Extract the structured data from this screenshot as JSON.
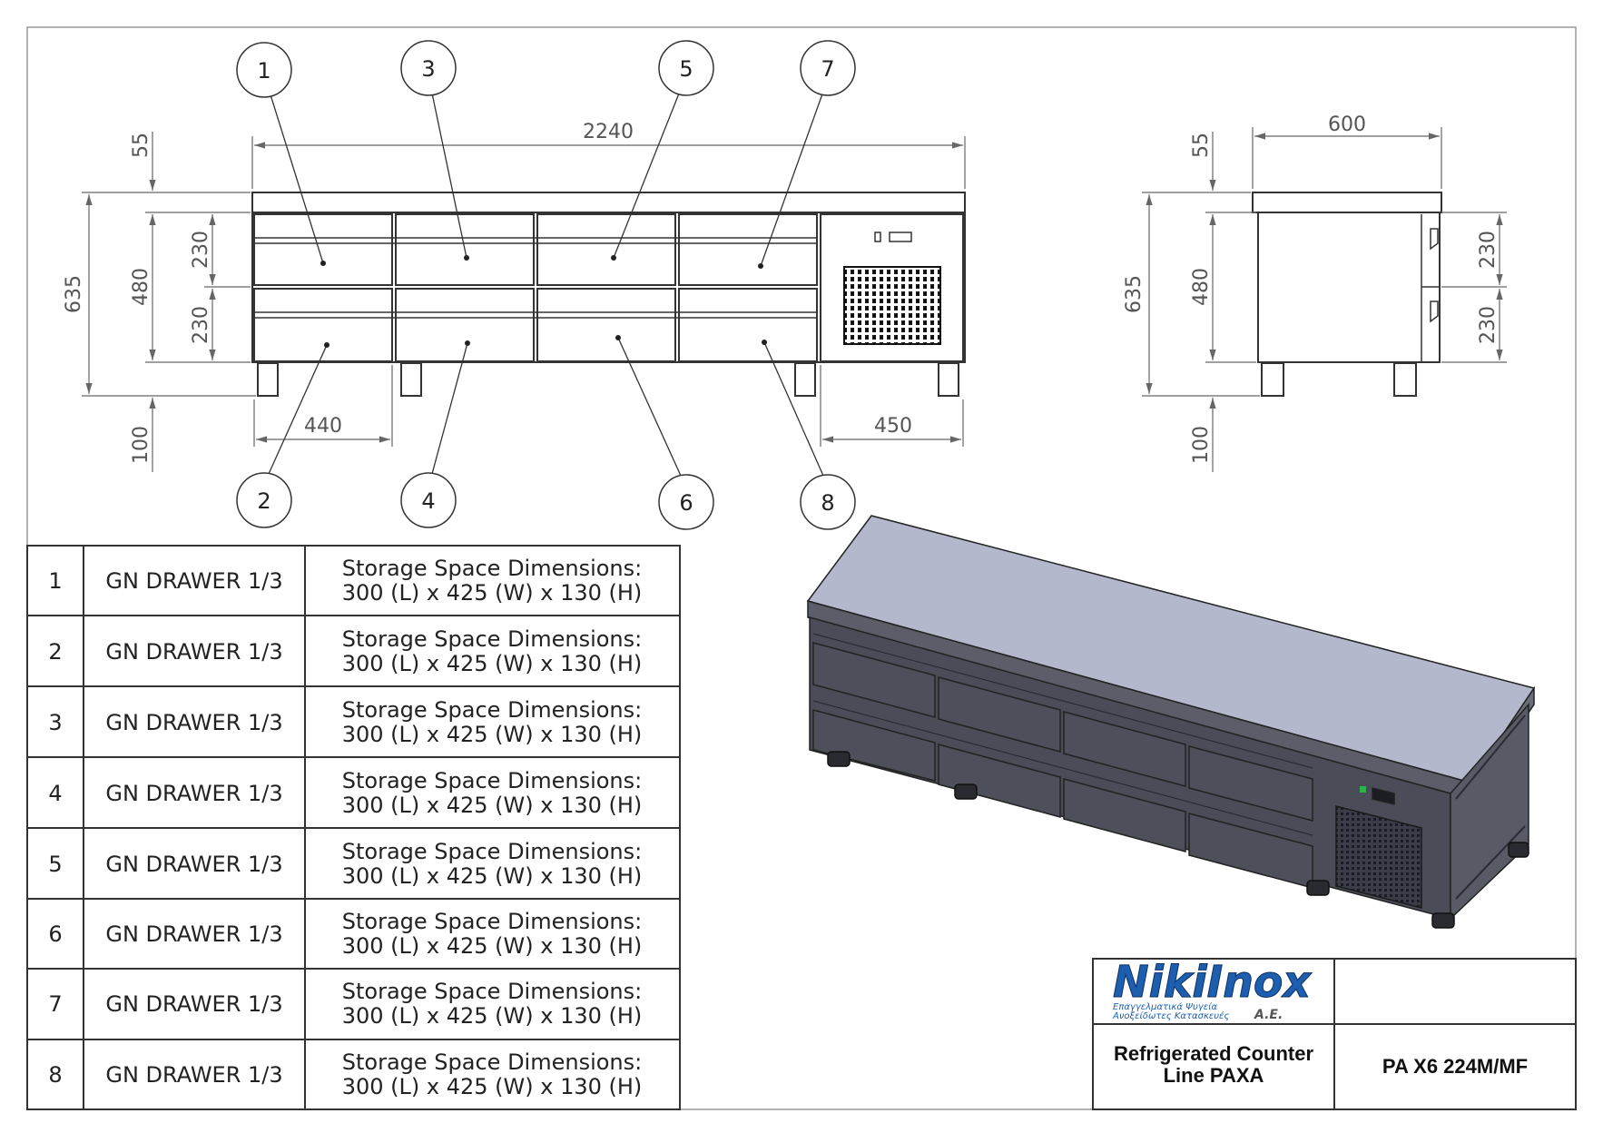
{
  "front_view": {
    "dimensions": {
      "overall_length": "2240",
      "top_thickness": "55",
      "total_height": "635",
      "body_height": "480",
      "drawer_upper": "230",
      "drawer_lower": "230",
      "leg_height": "100",
      "drawer_width": "440",
      "unit_width": "450"
    },
    "balloons": [
      "1",
      "2",
      "3",
      "4",
      "5",
      "6",
      "7",
      "8"
    ]
  },
  "side_view": {
    "dimensions": {
      "depth": "600",
      "top_thickness": "55",
      "total_height": "635",
      "body_height": "480",
      "drawer_upper": "230",
      "drawer_lower": "230",
      "leg_height": "100"
    }
  },
  "parts_table": {
    "rows": [
      {
        "num": "1",
        "name": "GN DRAWER 1/3",
        "desc_line1": "Storage Space Dimensions:",
        "desc_line2": "300 (L) x 425 (W) x 130 (H)"
      },
      {
        "num": "2",
        "name": "GN DRAWER 1/3",
        "desc_line1": "Storage Space Dimensions:",
        "desc_line2": "300 (L) x 425 (W) x 130 (H)"
      },
      {
        "num": "3",
        "name": "GN DRAWER 1/3",
        "desc_line1": "Storage Space Dimensions:",
        "desc_line2": "300 (L) x 425 (W) x 130 (H)"
      },
      {
        "num": "4",
        "name": "GN DRAWER 1/3",
        "desc_line1": "Storage Space Dimensions:",
        "desc_line2": "300 (L) x 425 (W) x 130 (H)"
      },
      {
        "num": "5",
        "name": "GN DRAWER 1/3",
        "desc_line1": "Storage Space Dimensions:",
        "desc_line2": "300 (L) x 425 (W) x 130 (H)"
      },
      {
        "num": "6",
        "name": "GN DRAWER 1/3",
        "desc_line1": "Storage Space Dimensions:",
        "desc_line2": "300 (L) x 425 (W) x 130 (H)"
      },
      {
        "num": "7",
        "name": "GN DRAWER 1/3",
        "desc_line1": "Storage Space Dimensions:",
        "desc_line2": "300 (L) x 425 (W) x 130 (H)"
      },
      {
        "num": "8",
        "name": "GN DRAWER 1/3",
        "desc_line1": "Storage Space Dimensions:",
        "desc_line2": "300 (L) x 425 (W) x 130 (H)"
      }
    ]
  },
  "title_block": {
    "logo_text": "NikiInox",
    "logo_tagline_1": "Επαγγελματικά Ψυγεία",
    "logo_tagline_2": "Ανοξείδωτες Κατασκευές",
    "logo_suffix": "A.E.",
    "product_line1": "Refrigerated Counter",
    "product_line2": "Line PAXA",
    "model_code": "PA X6 224M/MF"
  },
  "colors": {
    "line": "#333333",
    "dim_line": "#666666",
    "body_dark": "#4a4d57",
    "top_surface": "#b4b8cc",
    "logo_blue": "#1d5fae"
  }
}
